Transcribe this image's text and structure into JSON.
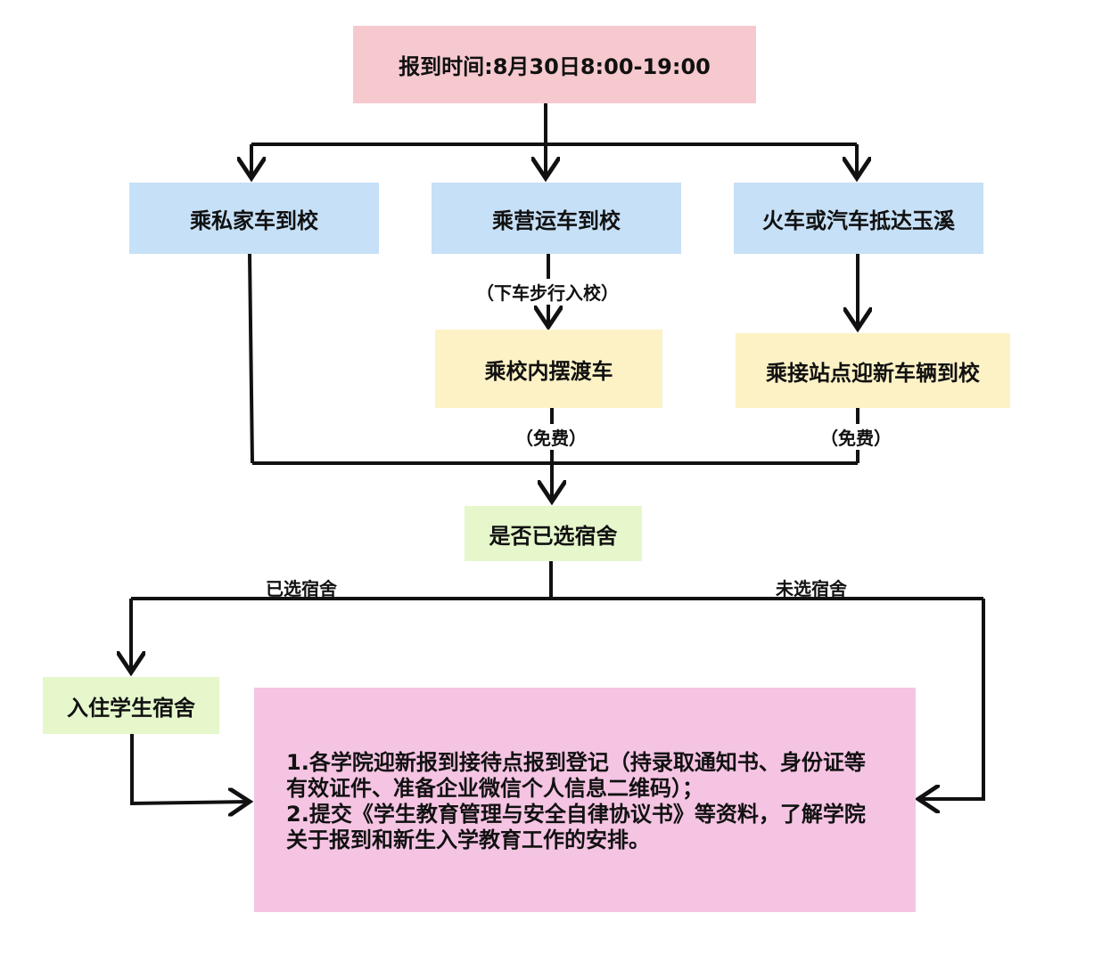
{
  "start": "报到时间:8月30日8:00-19:00",
  "routes": {
    "private_car": "乘私家车到校",
    "commercial": "乘营运车到校",
    "train_bus": "火车或汽车抵达玉溪"
  },
  "walk_note": "（下车步行入校）",
  "shuttle": "乘校内摆渡车",
  "station_pickup": "乘接站点迎新车辆到校",
  "free_note_1": "（免费）",
  "free_note_2": "（免费）",
  "decision": "是否已选宿舍",
  "yes_label": "已选宿舍",
  "no_label": "未选宿舍",
  "dorm": "入住学生宿舍",
  "steps": {
    "line1": "1.各学院迎新报到接待点报到登记（持录取通知书、身份证等有效证件、准备企业微信个人信息二维码）；",
    "line2": "2.提交《学生教育管理与安全自律协议书》等资料，了解学院关于报到和新生入学教育工作的安排。"
  },
  "colors": {
    "start": "#f6c9cf",
    "route": "#c6e0f7",
    "transfer": "#fdf2c6",
    "decision": "#e6f7cc",
    "final": "#f5c4e3"
  }
}
